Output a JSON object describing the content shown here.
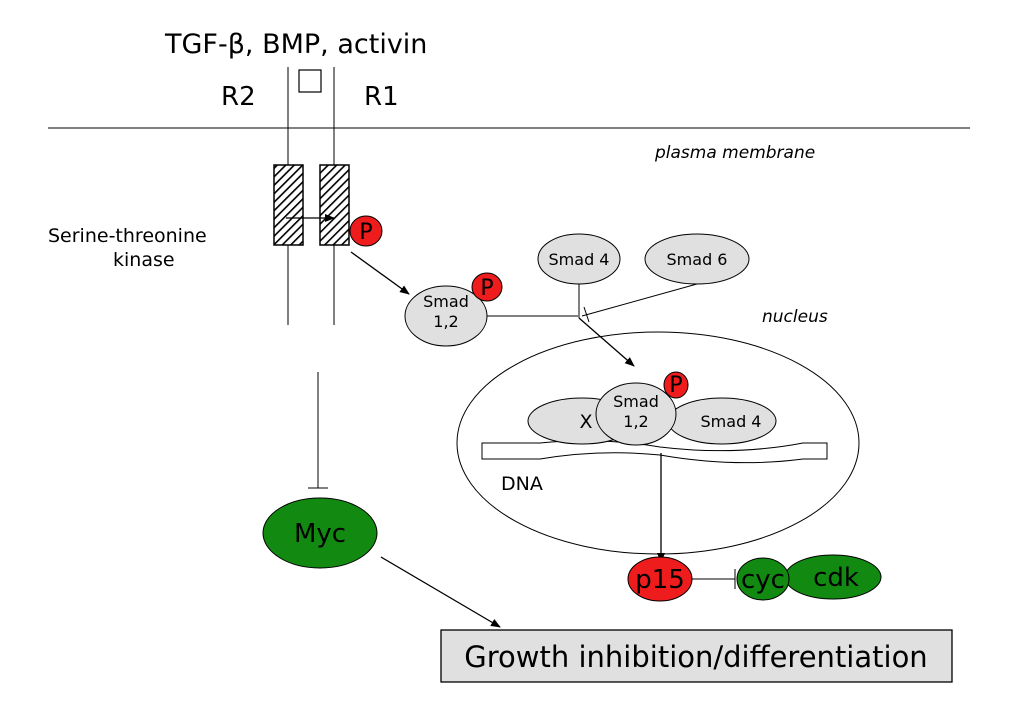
{
  "ligand": "TGF-β, BMP, activin",
  "receptors": {
    "r2": "R2",
    "r1": "R1"
  },
  "labels": {
    "plasma_membrane": "plasma membrane",
    "nucleus": "nucleus",
    "kinase_line1": "Serine-threonine",
    "kinase_line2": "kinase",
    "dna": "DNA"
  },
  "nodes": {
    "p": "P",
    "smad12_line1": "Smad",
    "smad12_line2": "1,2",
    "smad4": "Smad 4",
    "smad6": "Smad 6",
    "x": "X",
    "myc": "Myc",
    "p15": "p15",
    "cyc": "cyc",
    "cdk": "cdk"
  },
  "outcome": "Growth inhibition/differentiation",
  "colors": {
    "grey_node": "#e0e0e0",
    "phospho_red": "#ee1c1c",
    "green_node": "#128a12",
    "outcome_box": "#e0e0e0"
  }
}
